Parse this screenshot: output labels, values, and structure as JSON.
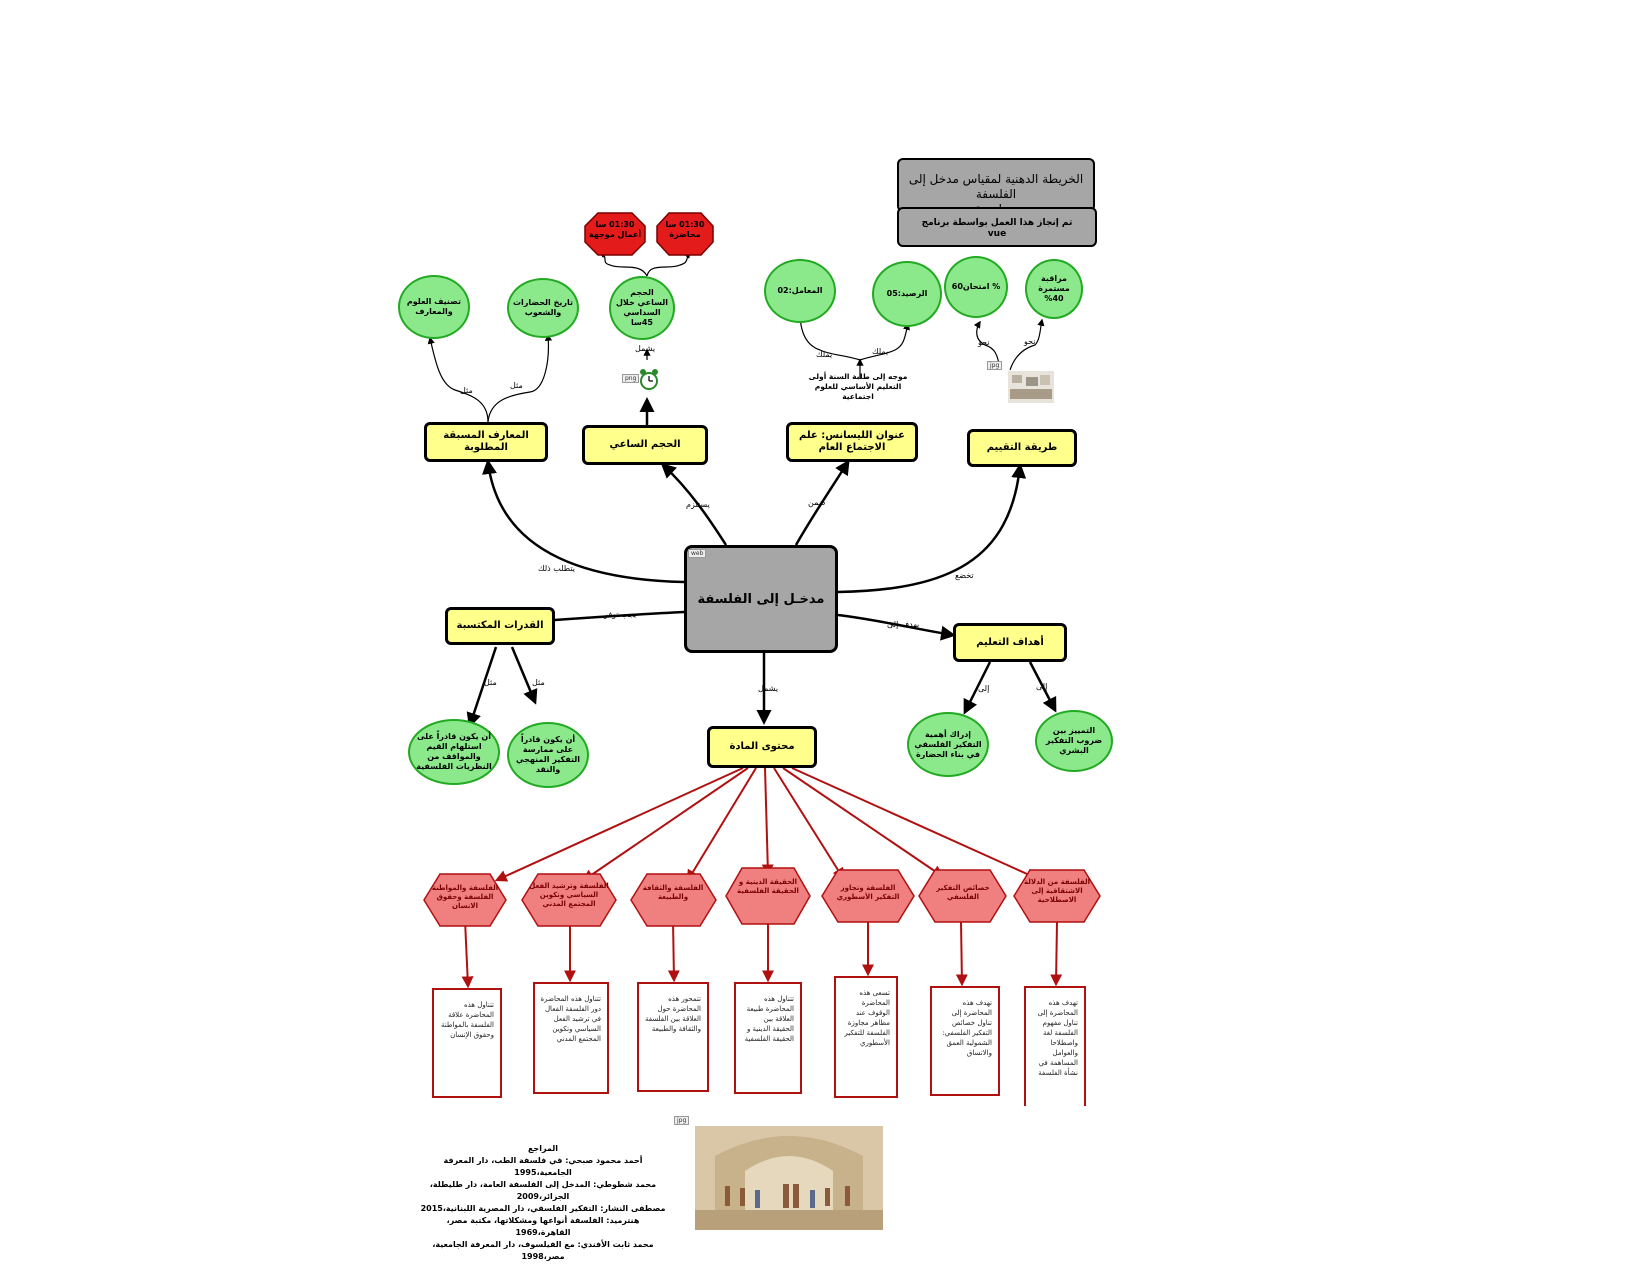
{
  "title": "الخريطة الدهنية لمقياس مدخل إلى الفلسفة\n-محاضرة-",
  "credit": "تم إنجاز هذا العمل بواسطة برنامج\nvue",
  "center": "مدخـل إلى الفلسفة",
  "center_badge": "web",
  "nodes": {
    "prereq": "المعارف المسبقة المطلوبة",
    "hours": "الحجم الساعي",
    "license": "عنوان الليسانس: علم الاجتماع العام",
    "evaluation": "طريقة التقييم",
    "abilities": "القدرات المكتسبة",
    "goals": "أهداف التعليم",
    "content": "محتوى المادة"
  },
  "circles": {
    "classify": "تصنيف العلوم والمعارف",
    "history": "تاريخ الحضارات والشعوب",
    "semester": "الحجم الساعي خلال السداسي 45سا",
    "coef": "المعامل:02",
    "credits": "الرصيد:05",
    "exam": "% امتحان60",
    "continuous": "مراقبة مستمرة 40%",
    "ability1": "أن يكون قادراً على استلهام القيم والمواقف من النظريات الفلسفية",
    "ability2": "أن يكون قادراً على ممارسة التفكير المنهجي والنقد",
    "goal1": "إدراك أهمية التفكير الفلسفي في بناء الحضارة",
    "goal2": "التمييز بين ضروب التفكير البشري"
  },
  "red_octagons": {
    "lecture": "01:30 سا محاضرة",
    "tutorial": "01:30 سا أعمال موجهة"
  },
  "audience": "موجه إلى طلبة السنة أولى التعليم الأساسي للعلوم اجتماعية",
  "badges": {
    "png": "png",
    "jpg_eval": "jpg",
    "jpg_refs": "jpg"
  },
  "links": {
    "requires_that": "يتطلب ذلك",
    "needs": "يستلزم",
    "within": "ضمن",
    "subject_to": "تخضع",
    "must_have": "يجب توفر",
    "aims_to": "يهدف إلى",
    "includes": "يشمل",
    "like1": "مثل",
    "like2": "مثل",
    "like3": "مثل",
    "like4": "مثل",
    "includes2": "يشمل",
    "has1": "يملك",
    "has2": "يملك",
    "toward1": "نحو",
    "toward2": "نحو",
    "to1": "إلى",
    "to2": "إلى"
  },
  "topics": [
    {
      "title": "الفلسفة والمواطنة الفلسفة وحقوق الانسان",
      "desc": "تتناول هذه المحاضرة علاقة الفلسفة بالمواطنة وحقوق الإنسان"
    },
    {
      "title": "الفلسفة وترشيد الفعل السياسي وتكوين المجتمع المدني",
      "desc": "تتناول هذه المحاضرة دور الفلسفة الفعال في ترشيد الفعل السياسي وتكوين المجتمع المدني"
    },
    {
      "title": "الفلسفة والثقافة والطبيعة",
      "desc": "تتمحور هذه المحاضرة حول العلاقة بين الفلسفة والثقافة والطبيعة"
    },
    {
      "title": "الحقيقة الدينية و الحقيقة الفلسفية",
      "desc": "تتناول هذه المحاضرة طبيعة العلاقة بين الحقيقة الدينية و الحقيقة الفلسفية"
    },
    {
      "title": "الفلسفة وتجاوز التفكير الأسطوري",
      "desc": "تسعى هذه المحاضرة الوقوف عند مظاهر مجاوزة الفلسفة للتفكير الأسطوري"
    },
    {
      "title": "خصائص التفكير الفلسفي",
      "desc": "تهدف هذه المحاضرة إلى تناول خصائص التفكير الفلسفي: الشمولية العمق والاتساق"
    },
    {
      "title": "الفلسفة من الدلالة الاشتقاقية إلى الاصطلاحية",
      "desc": "تهدف هذه المحاضرة إلى تناول مفهوم الفلسفة لغة واصطلاحا والعوامل المساهمة في نشأة الفلسفة"
    }
  ],
  "references": {
    "heading": "المراجع",
    "items": [
      "أحمد محمود صبحي: في فلسفة الطب، دار المعرفة الجامعية،1995",
      "محمد شطوطي: المدخل إلى الفلسفة العامة، دار طليطلة، الجزائر،2009",
      "مصطفى النشار: التفكير الفلسفي، دار المصرية اللبنانية،2015",
      "هنترميد: الفلسفة أنواعها ومشكلاتها، مكتبة مصر، القاهرة،1969",
      "محمد ثابت الأفندي: مع الفيلسوف، دار المعرفة الجامعية، مصر،1998"
    ]
  },
  "colors": {
    "yellow": "#ffff8c",
    "green": "#8be88b",
    "gray": "#a6a6a6",
    "red_octagon": "#e31b1b",
    "pink_hex": "#f08080",
    "dark_red": "#b01010"
  }
}
